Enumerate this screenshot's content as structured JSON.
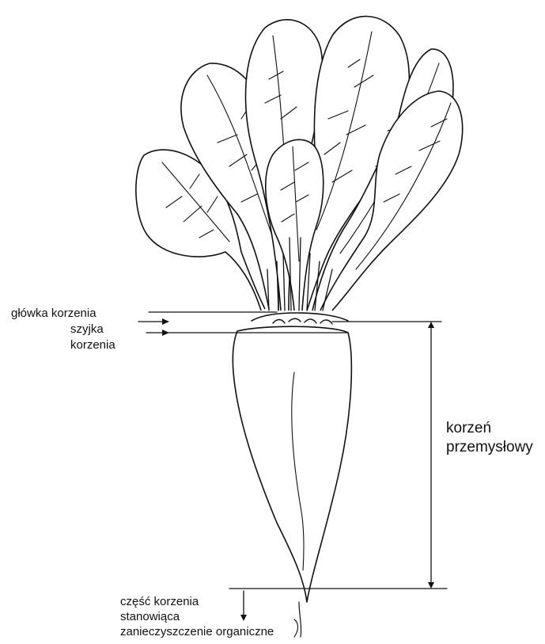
{
  "labels": {
    "head": "główka korzenia",
    "neck_line1": "szyjka",
    "neck_line2": "korzenia",
    "industrial_line1": "korzeń",
    "industrial_line2": "przemysłowy",
    "waste_line1": "część korzenia",
    "waste_line2": "stanowiąca",
    "waste_line3": "zanieczyszczenie organiczne"
  },
  "colors": {
    "ink": "#111111",
    "background": "#ffffff"
  }
}
